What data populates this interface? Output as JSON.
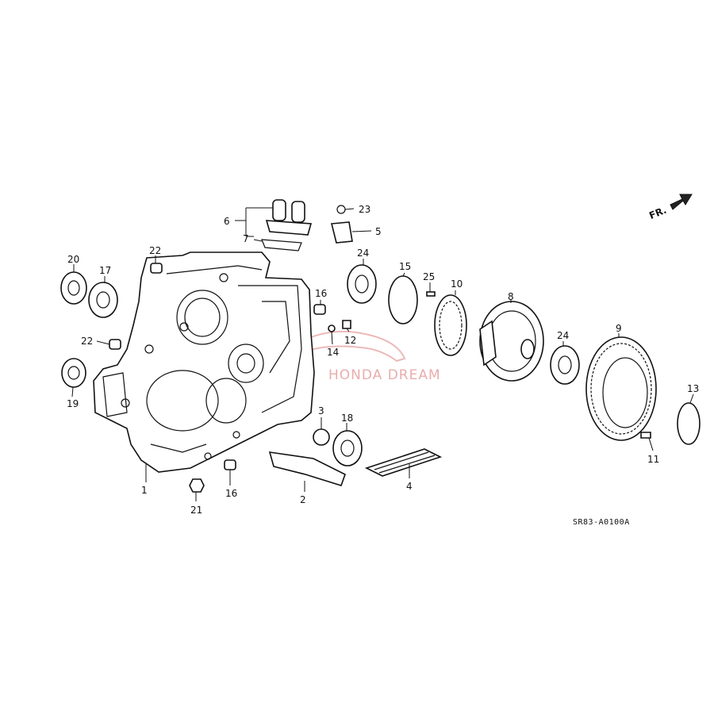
{
  "labels": {
    "p1": "1",
    "p2": "2",
    "p3": "3",
    "p4": "4",
    "p5": "5",
    "p6": "6",
    "p7": "7",
    "p8": "8",
    "p9": "9",
    "p10": "10",
    "p11": "11",
    "p12": "12",
    "p13": "13",
    "p14": "14",
    "p15": "15",
    "p16a": "16",
    "p16b": "16",
    "p17": "17",
    "p18": "18",
    "p19": "19",
    "p20": "20",
    "p21": "21",
    "p22a": "22",
    "p22b": "22",
    "p23": "23",
    "p24a": "24",
    "p24b": "24",
    "p25": "25"
  },
  "direction_label": "FR.",
  "diagram_code": "SR83-A0100A",
  "watermark_text": "HONDA DREAM",
  "colors": {
    "ink": "#111111",
    "watermark": "#e08a8a"
  }
}
